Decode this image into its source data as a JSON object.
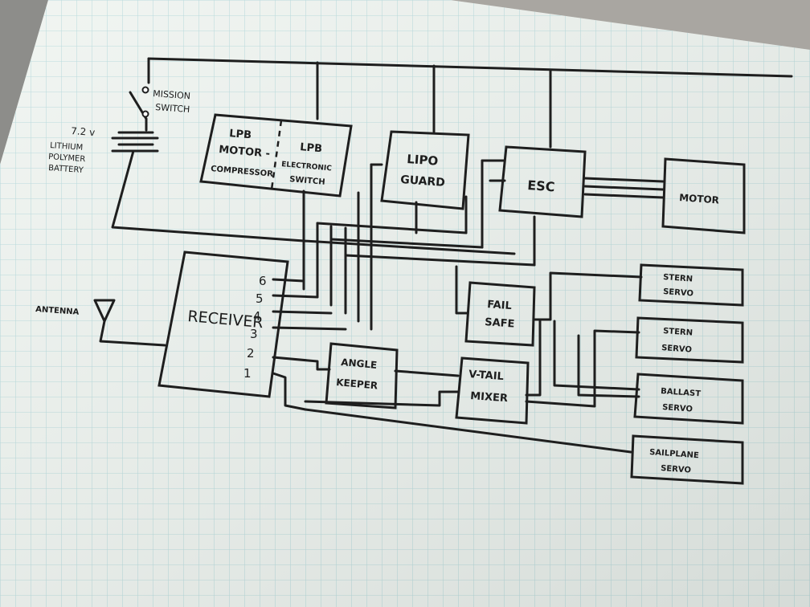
{
  "diagram": {
    "switch_label": [
      "MISSION",
      "SWITCH"
    ],
    "battery_label": [
      "7.2 v",
      "LITHIUM",
      "POLYMER",
      "BATTERY"
    ],
    "lpb_motor": [
      "LPB",
      "MOTOR -",
      "COMPRESSOR"
    ],
    "lpb_switch": [
      "LPB",
      "ELECTRONIC",
      "SWITCH"
    ],
    "lipo_guard": [
      "LIPO",
      "GUARD"
    ],
    "esc": "ESC",
    "motor": "MOTOR",
    "receiver": "RECEIVER",
    "channels": [
      "6",
      "5",
      "4",
      "3",
      "2",
      "1"
    ],
    "antenna": "ANTENNA",
    "fail_safe": [
      "FAIL",
      "SAFE"
    ],
    "angle_keeper": [
      "ANGLE",
      "KEEPER"
    ],
    "vtail_mixer": [
      "V-TAIL",
      "MIXER"
    ],
    "stern_servo_1": [
      "STERN",
      "SERVO"
    ],
    "stern_servo_2": [
      "STERN",
      "SERVO"
    ],
    "ballast_servo": [
      "BALLAST",
      "SERVO"
    ],
    "sailplane_servo": [
      "SAILPLANE",
      "SERVO"
    ]
  },
  "colors": {
    "paper": "#eef3ef",
    "grid": "#a9d4d6",
    "ink": "#1e1e1e",
    "background": "#8d8d8a"
  }
}
